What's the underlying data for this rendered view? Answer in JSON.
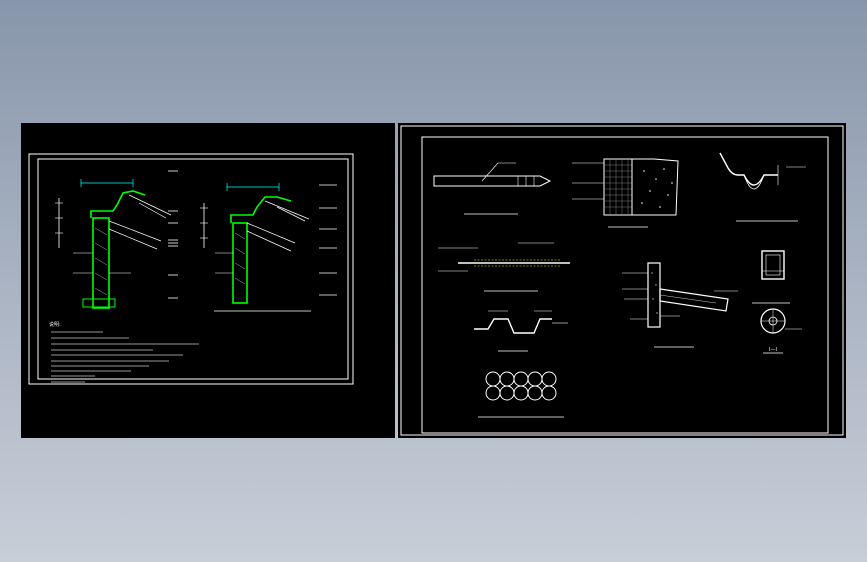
{
  "left_sheet": {
    "section_a": {
      "title": "",
      "labels": [
        "",
        "",
        "",
        "",
        "",
        "",
        ""
      ]
    },
    "section_b": {
      "title": "",
      "labels": [
        "",
        "",
        "",
        "",
        "",
        "",
        ""
      ]
    },
    "notes_heading": "说明:",
    "notes": [
      "",
      "",
      "",
      "",
      "",
      "",
      "",
      "",
      "",
      ""
    ]
  },
  "right_sheet": {
    "details": [
      {
        "id": "anchor-rod",
        "title": ""
      },
      {
        "id": "mesh-section",
        "title": ""
      },
      {
        "id": "channel-detail",
        "title": ""
      },
      {
        "id": "rebar-detail",
        "title": ""
      },
      {
        "id": "joint-detail",
        "title": ""
      },
      {
        "id": "wave-profile",
        "title": ""
      },
      {
        "id": "pile-row",
        "title": ""
      },
      {
        "id": "box-section",
        "title": ""
      },
      {
        "id": "circle-section",
        "title": "I—I"
      }
    ]
  },
  "colors": {
    "frame": "#ffffff",
    "wall": "#00ff00",
    "dim_cyan": "#00ffff",
    "text": "#e8e8e8",
    "yellow": "#ffff00",
    "background_top": "#8896ab",
    "background_bottom": "#c8ced8"
  }
}
